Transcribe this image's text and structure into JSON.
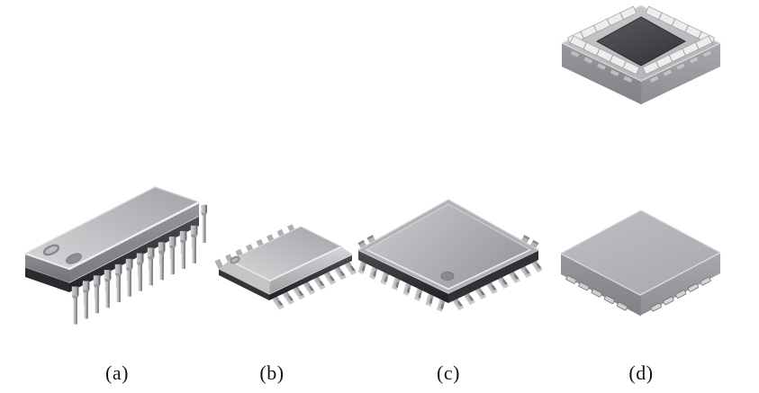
{
  "figure": {
    "background_color": "#ffffff",
    "caption_color": "#141414",
    "captions": [
      {
        "label": "(a)"
      },
      {
        "label": "(b)"
      },
      {
        "label": "(c)"
      },
      {
        "label": "(d)"
      }
    ]
  },
  "palette": {
    "package_top_light": "#d4d5d7",
    "package_top_dark": "#a2a4a7",
    "package_side": "#8f9094",
    "dark_band": "#2a2b2e",
    "lead_metal_light": "#d2d3d5",
    "lead_metal_dark": "#939497",
    "qfn_pad_light": "#eceded",
    "qfn_die_pad_dark": "#3a3b3e",
    "dimple_gray": "#8d8e92"
  }
}
